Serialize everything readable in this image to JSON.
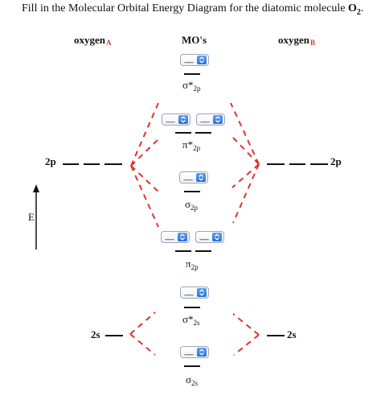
{
  "title": {
    "text": "Fill in the Molecular Orbital Energy Diagram for the diatomic molecule ",
    "molecule": "O",
    "molecule_sub": "2",
    "period": "."
  },
  "columns": {
    "left": {
      "label": "oxygen",
      "sub": "A"
    },
    "center": {
      "label": "MO's"
    },
    "right": {
      "label": "oxygen",
      "sub": "B"
    }
  },
  "atomic_levels": {
    "left_2p": "2p",
    "right_2p": "2p",
    "left_2s": "2s",
    "right_2s": "2s"
  },
  "axis": {
    "label": "E"
  },
  "orbitals": {
    "sigma_star_2p": {
      "symbol": "σ*",
      "sub": "2p",
      "select_value": "__"
    },
    "pi_star_2p": {
      "symbol": "π*",
      "sub": "2p",
      "select_values": [
        "__",
        "__"
      ]
    },
    "sigma_2p": {
      "symbol": "σ",
      "sub": "2p",
      "select_value": "__"
    },
    "pi_2p": {
      "symbol": "π",
      "sub": "2p",
      "select_values": [
        "__",
        "__"
      ]
    },
    "sigma_star_2s": {
      "symbol": "σ*",
      "sub": "2s",
      "select_value": "__"
    },
    "sigma_2s": {
      "symbol": "σ",
      "sub": "2s",
      "select_value": "__"
    }
  },
  "colors": {
    "connector": "#e0312f",
    "select_button": "#2a6fd6",
    "text": "#111111"
  },
  "icons": {
    "select_arrow": "up-down-chevron-icon",
    "axis_arrow": "arrow-up-icon"
  }
}
